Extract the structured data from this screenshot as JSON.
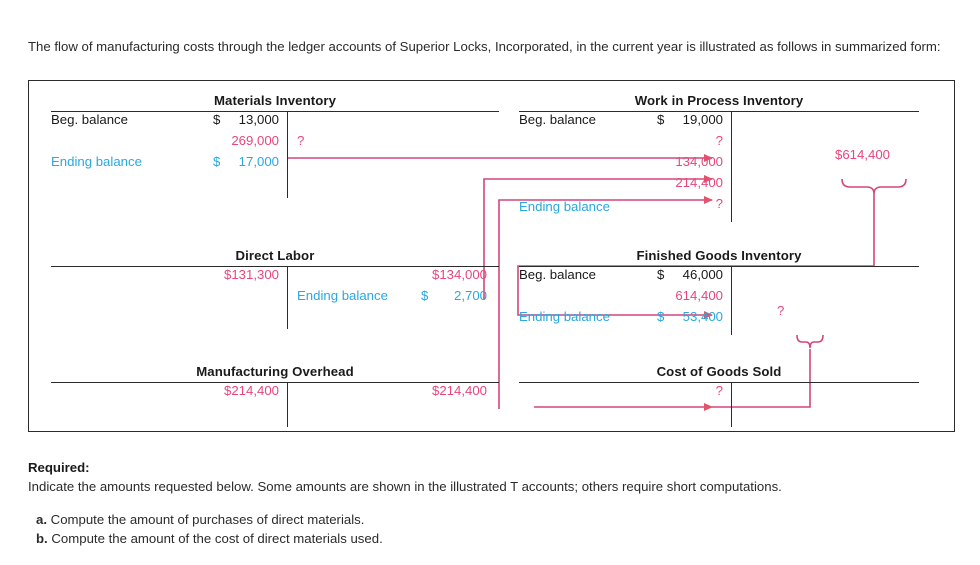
{
  "intro": "The flow of manufacturing costs through the ledger accounts of Superior Locks, Incorporated, in the current year is illustrated as follows in summarized form:",
  "colors": {
    "red": "#e8467c",
    "blue": "#29a8df",
    "black": "#1a1a1a",
    "wire": "#d4467a",
    "frame": "#2b2b2b"
  },
  "accounts": {
    "materials": {
      "title": "Materials Inventory",
      "debits": [
        {
          "label": "Beg. balance",
          "currency": "$",
          "amount": "13,000",
          "color": "black"
        },
        {
          "label": "",
          "currency": "",
          "amount": "269,000",
          "color": "red"
        },
        {
          "label": "Ending balance",
          "currency": "$",
          "amount": "17,000",
          "color": "blue"
        }
      ],
      "credits": [
        {
          "label": "",
          "currency": "",
          "amount": "?",
          "color": "red"
        }
      ]
    },
    "wip": {
      "title": "Work in Process Inventory",
      "debits": [
        {
          "label": "Beg. balance",
          "currency": "$",
          "amount": "19,000",
          "color": "black"
        },
        {
          "label": "",
          "currency": "",
          "amount": "?",
          "color": "red"
        },
        {
          "label": "",
          "currency": "",
          "amount": "134,000",
          "color": "red"
        },
        {
          "label": "",
          "currency": "",
          "amount": "214,400",
          "color": "red"
        },
        {
          "label": "Ending balance",
          "currency": "",
          "amount": "?",
          "color": "blue"
        }
      ],
      "credits": []
    },
    "direct_labor": {
      "title": "Direct Labor",
      "debits": [
        {
          "label": "",
          "currency": "",
          "amount": "$131,300",
          "color": "red"
        }
      ],
      "credits": [
        {
          "label": "",
          "currency": "",
          "amount": "$134,000",
          "color": "red"
        },
        {
          "label": "Ending balance",
          "currency": "$",
          "amount": "2,700",
          "color": "blue"
        }
      ]
    },
    "finished_goods": {
      "title": "Finished Goods Inventory",
      "debits": [
        {
          "label": "Beg. balance",
          "currency": "$",
          "amount": "46,000",
          "color": "black"
        },
        {
          "label": "",
          "currency": "",
          "amount": "614,400",
          "color": "red"
        },
        {
          "label": "Ending balance",
          "currency": "$",
          "amount": "53,400",
          "color": "blue"
        }
      ],
      "credits": []
    },
    "overhead": {
      "title": "Manufacturing Overhead",
      "debits": [
        {
          "label": "",
          "currency": "",
          "amount": "$214,400",
          "color": "red"
        }
      ],
      "credits": [
        {
          "label": "",
          "currency": "",
          "amount": "$214,400",
          "color": "red"
        }
      ]
    },
    "cogs": {
      "title": "Cost of Goods Sold",
      "debits": [
        {
          "label": "",
          "currency": "",
          "amount": "?",
          "color": "red"
        }
      ],
      "credits": []
    }
  },
  "annotations": {
    "wip_brace_label": "$614,400",
    "fg_brace_label": "?"
  },
  "required": {
    "heading": "Required:",
    "instruction": "Indicate the amounts requested below. Some amounts are shown in the illustrated T accounts; others require short computations.",
    "items": [
      {
        "marker": "a.",
        "text": "Compute the amount of purchases of direct materials."
      },
      {
        "marker": "b.",
        "text": "Compute the amount of the cost of direct materials used."
      }
    ]
  }
}
